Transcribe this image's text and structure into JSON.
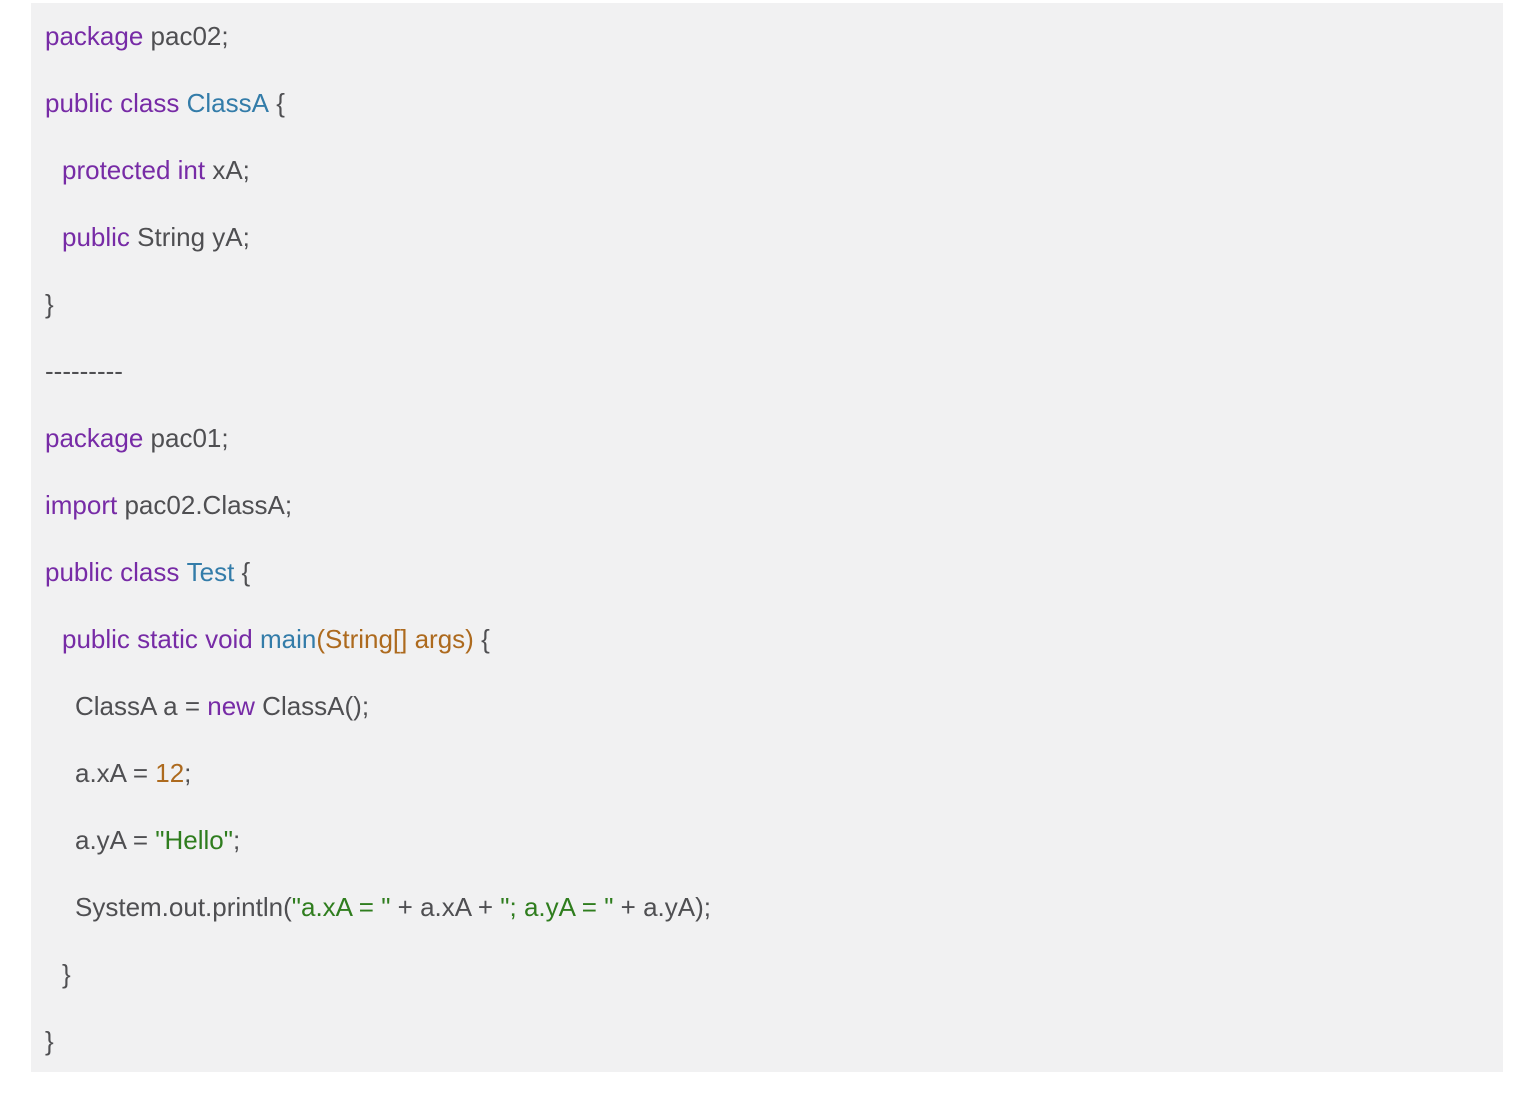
{
  "page": {
    "background": "#ffffff"
  },
  "panel": {
    "background": "#f1f1f2"
  },
  "colors": {
    "keyword": "#772ba6",
    "classname": "#337ca9",
    "literal": "#ad6a1e",
    "string": "#2f7d1e",
    "plain": "#4f4f52"
  },
  "code_lines": [
    {
      "indent": 0,
      "segments": [
        {
          "text": "package",
          "style": "keyword"
        },
        {
          "text": " pac02;",
          "style": "plain"
        }
      ]
    },
    {
      "indent": 0,
      "segments": [
        {
          "text": "public class ",
          "style": "keyword"
        },
        {
          "text": "ClassA",
          "style": "classname"
        },
        {
          "text": " {",
          "style": "plain"
        }
      ]
    },
    {
      "indent": 1,
      "segments": [
        {
          "text": "protected int",
          "style": "keyword"
        },
        {
          "text": " xA;",
          "style": "plain"
        }
      ]
    },
    {
      "indent": 1,
      "segments": [
        {
          "text": "public",
          "style": "keyword"
        },
        {
          "text": " String yA;",
          "style": "plain"
        }
      ]
    },
    {
      "indent": 0,
      "segments": [
        {
          "text": "}",
          "style": "plain"
        }
      ]
    },
    {
      "indent": 0,
      "segments": [
        {
          "text": "---------",
          "style": "plain"
        }
      ]
    },
    {
      "indent": 0,
      "segments": [
        {
          "text": "package",
          "style": "keyword"
        },
        {
          "text": " pac01;",
          "style": "plain"
        }
      ]
    },
    {
      "indent": 0,
      "segments": [
        {
          "text": "import",
          "style": "keyword"
        },
        {
          "text": " pac02.ClassA;",
          "style": "plain"
        }
      ]
    },
    {
      "indent": 0,
      "segments": [
        {
          "text": "public class ",
          "style": "keyword"
        },
        {
          "text": "Test",
          "style": "classname"
        },
        {
          "text": " {",
          "style": "plain"
        }
      ]
    },
    {
      "indent": 1,
      "segments": [
        {
          "text": "public static void ",
          "style": "keyword"
        },
        {
          "text": "main",
          "style": "classname"
        },
        {
          "text": "(String[] args)",
          "style": "literal"
        },
        {
          "text": " {",
          "style": "plain"
        }
      ]
    },
    {
      "indent": 2,
      "segments": [
        {
          "text": "ClassA a = ",
          "style": "plain"
        },
        {
          "text": "new",
          "style": "keyword"
        },
        {
          "text": " ClassA();",
          "style": "plain"
        }
      ]
    },
    {
      "indent": 2,
      "segments": [
        {
          "text": "a.xA = ",
          "style": "plain"
        },
        {
          "text": "12",
          "style": "literal"
        },
        {
          "text": ";",
          "style": "plain"
        }
      ]
    },
    {
      "indent": 2,
      "segments": [
        {
          "text": "a.yA = ",
          "style": "plain"
        },
        {
          "text": "\"Hello\"",
          "style": "string"
        },
        {
          "text": ";",
          "style": "plain"
        }
      ]
    },
    {
      "indent": 2,
      "segments": [
        {
          "text": "System.out.println(",
          "style": "plain"
        },
        {
          "text": "\"a.xA = \"",
          "style": "string"
        },
        {
          "text": " + a.xA + ",
          "style": "plain"
        },
        {
          "text": "\"; a.yA = \"",
          "style": "string"
        },
        {
          "text": " + a.yA);",
          "style": "plain"
        }
      ]
    },
    {
      "indent": 1,
      "segments": [
        {
          "text": "}",
          "style": "plain"
        }
      ]
    },
    {
      "indent": 0,
      "segments": [
        {
          "text": "}",
          "style": "plain"
        }
      ]
    }
  ]
}
